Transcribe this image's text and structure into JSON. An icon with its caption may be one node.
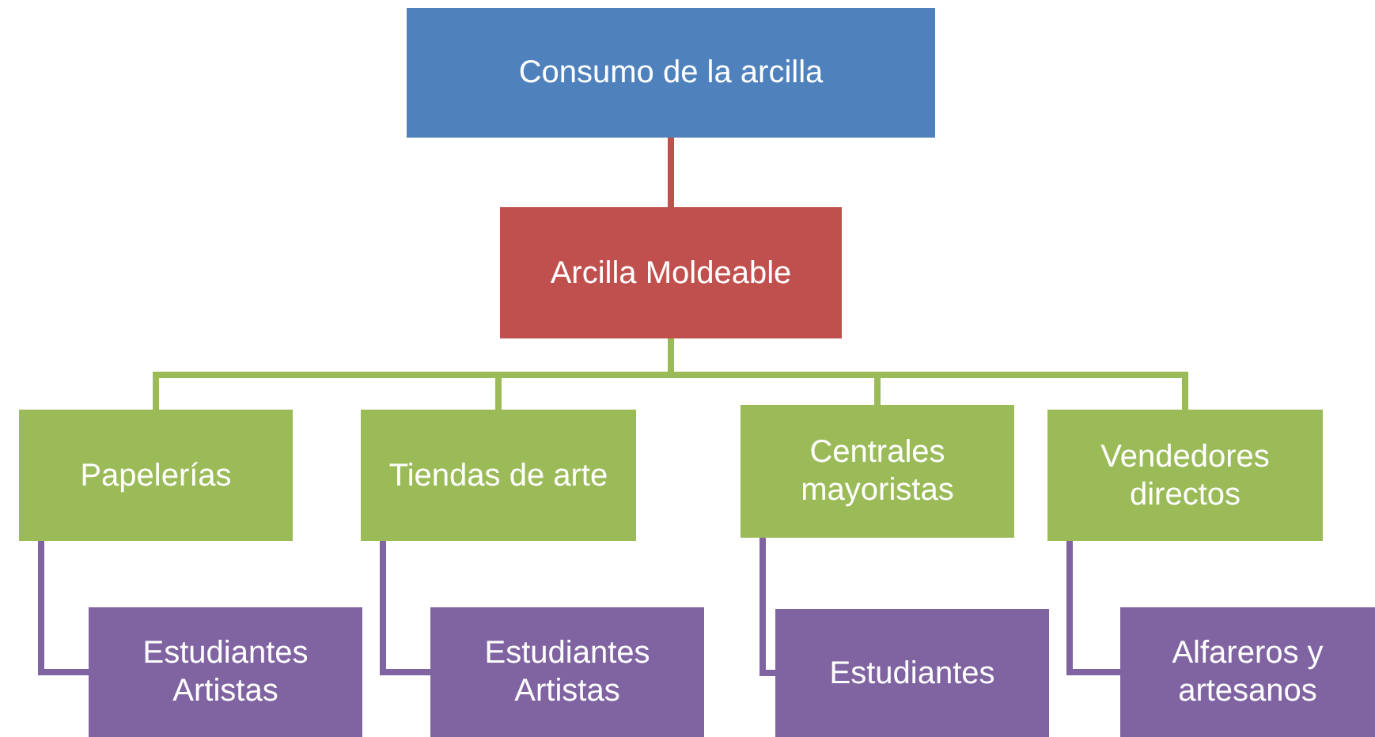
{
  "diagram": {
    "nodes": [
      {
        "text": [
          "Consumo de la arcilla"
        ]
      },
      {
        "text": [
          "Arcilla Moldeable"
        ]
      },
      {
        "text": [
          "Papelerías"
        ]
      },
      {
        "text": [
          "Tiendas de arte"
        ]
      },
      {
        "text": [
          "Centrales mayoristas"
        ]
      },
      {
        "text": [
          "Vendedores directos"
        ]
      },
      {
        "text": [
          "Estudiantes Artistas"
        ]
      },
      {
        "text": [
          "Estudiantes Artistas"
        ]
      },
      {
        "text": [
          "Estudiantes"
        ]
      },
      {
        "text": [
          "Alfareros y artesanos"
        ]
      }
    ],
    "edges": [
      {
        "from": 0,
        "to": 1,
        "arrow": "none",
        "color": "#c0504d"
      },
      {
        "from": 1,
        "to": 2,
        "arrow": "none",
        "color": "#9bbb59"
      },
      {
        "from": 1,
        "to": 3,
        "arrow": "none",
        "color": "#9bbb59"
      },
      {
        "from": 1,
        "to": 4,
        "arrow": "none",
        "color": "#9bbb59"
      },
      {
        "from": 1,
        "to": 5,
        "arrow": "none",
        "color": "#9bbb59"
      },
      {
        "from": 2,
        "to": 6,
        "arrow": "none",
        "color": "#8064a2"
      },
      {
        "from": 3,
        "to": 7,
        "arrow": "none",
        "color": "#8064a2"
      },
      {
        "from": 4,
        "to": 8,
        "arrow": "none",
        "color": "#8064a2"
      },
      {
        "from": 5,
        "to": 9,
        "arrow": "none",
        "color": "#8064a2"
      }
    ]
  }
}
